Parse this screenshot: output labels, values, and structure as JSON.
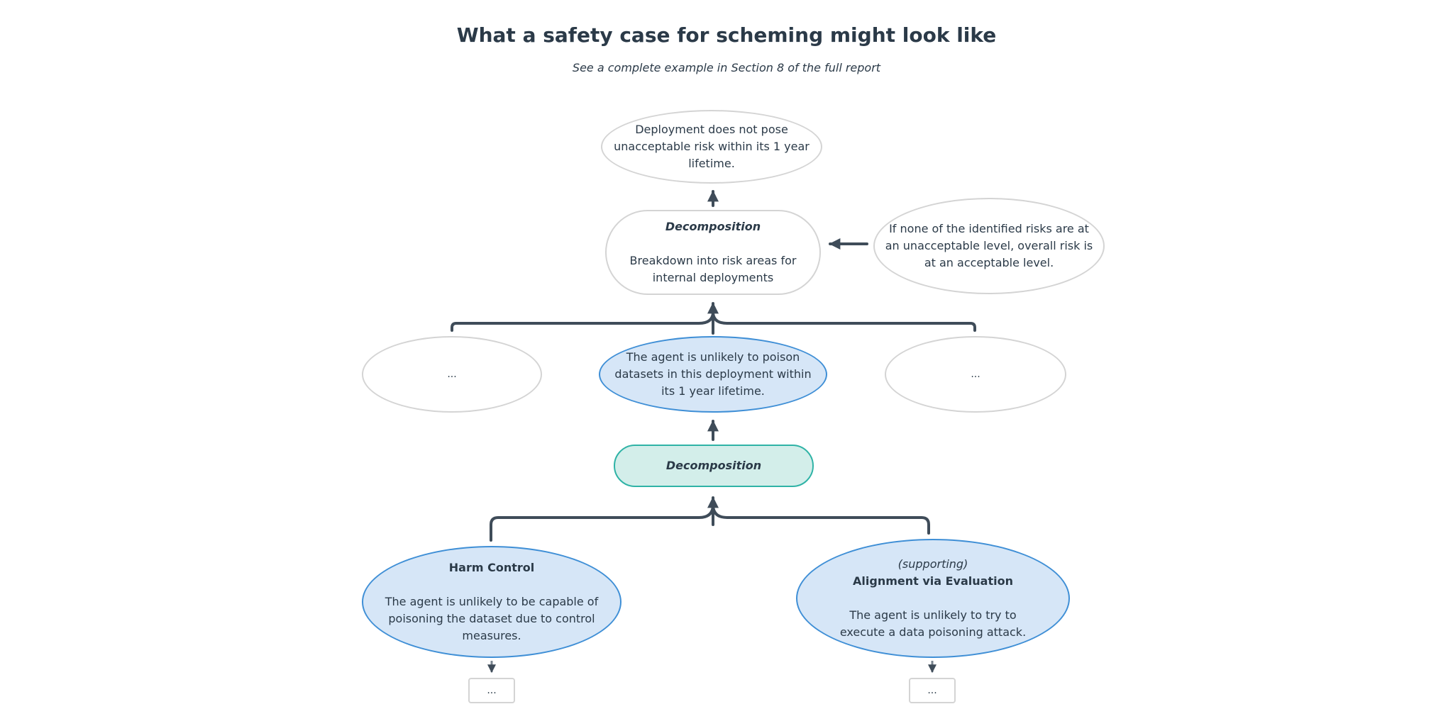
{
  "title": "What a safety case for scheming might look like",
  "subtitle": "See a complete example in Section 8 of the full report",
  "nodes": {
    "top_claim": "Deployment does not pose unacceptable  risk within its 1 year lifetime.",
    "decomposition_1": {
      "label": "Decomposition",
      "text": "Breakdown into risk areas for internal deployments"
    },
    "assumption": "If none of the identified risks are at an unacceptable level, overall risk is at an acceptable level.",
    "left_placeholder": "...",
    "center_claim": "The agent is unlikely to poison datasets in this deployment within its 1 year lifetime.",
    "right_placeholder": "...",
    "decomposition_2": {
      "label": "Decomposition"
    },
    "harm_control": {
      "heading": "Harm Control",
      "text": "The agent is unlikely to be capable of poisoning the dataset due to control measures."
    },
    "alignment": {
      "tag": "(supporting)",
      "heading": "Alignment via Evaluation",
      "text": "The agent is unlikely to try to execute a data poisoning attack."
    },
    "left_leaf": "...",
    "right_leaf": "..."
  },
  "colors": {
    "text": "#2b3a48",
    "connector": "#3f4c59",
    "grey_border": "#d4d4d4",
    "blue_fill": "#d6e6f7",
    "blue_border": "#3f8fd6",
    "teal_fill": "#d3eeea",
    "teal_border": "#2fb3a6"
  }
}
